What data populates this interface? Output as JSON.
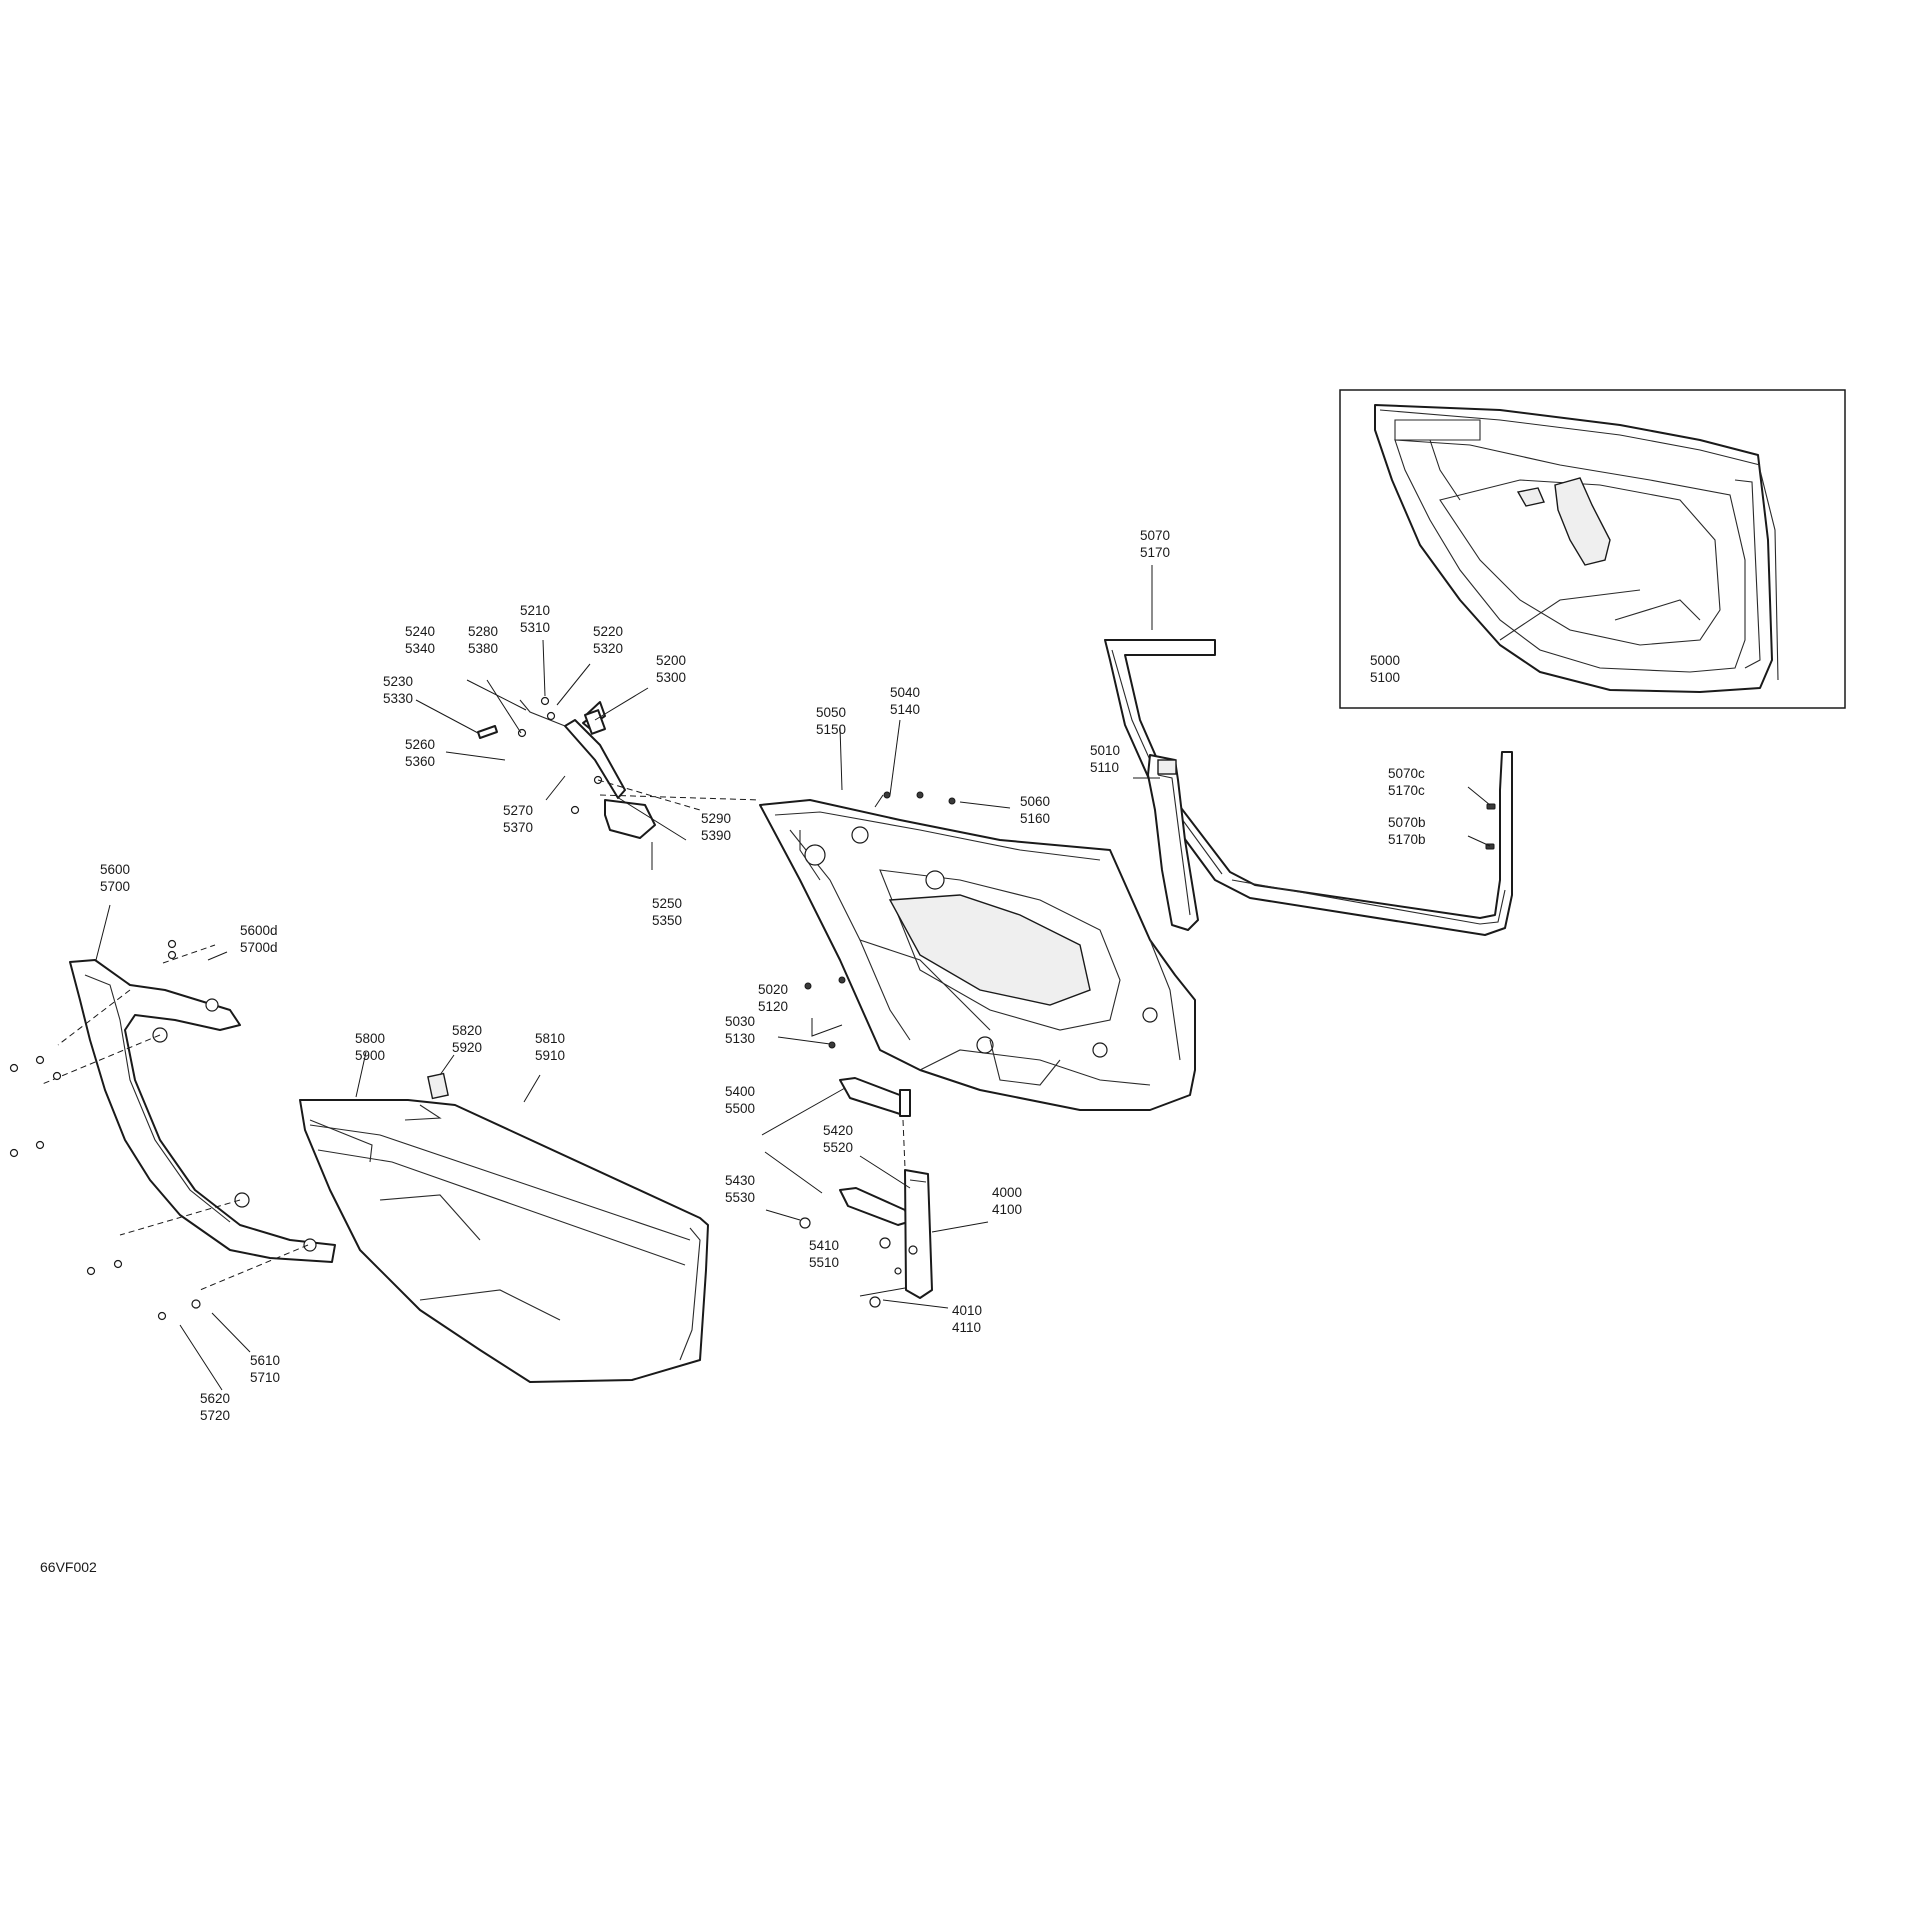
{
  "diagram": {
    "reference_code": "66VF002",
    "inset_labels": [
      "5000",
      "5100"
    ],
    "callouts": [
      {
        "id": "c5070",
        "lines": [
          "5070",
          "5170"
        ]
      },
      {
        "id": "c5010",
        "lines": [
          "5010",
          "5110"
        ]
      },
      {
        "id": "c5070c",
        "lines": [
          "5070c",
          "5170c"
        ]
      },
      {
        "id": "c5070b",
        "lines": [
          "5070b",
          "5170b"
        ]
      },
      {
        "id": "c5040",
        "lines": [
          "5040",
          "5140"
        ]
      },
      {
        "id": "c5050",
        "lines": [
          "5050",
          "5150"
        ]
      },
      {
        "id": "c5060",
        "lines": [
          "5060",
          "5160"
        ]
      },
      {
        "id": "c5020",
        "lines": [
          "5020",
          "5120"
        ]
      },
      {
        "id": "c5030",
        "lines": [
          "5030",
          "5130"
        ]
      },
      {
        "id": "c5210",
        "lines": [
          "5210",
          "5310"
        ]
      },
      {
        "id": "c5240",
        "lines": [
          "5240",
          "5340"
        ]
      },
      {
        "id": "c5280",
        "lines": [
          "5280",
          "5380"
        ]
      },
      {
        "id": "c5220",
        "lines": [
          "5220",
          "5320"
        ]
      },
      {
        "id": "c5200",
        "lines": [
          "5200",
          "5300"
        ]
      },
      {
        "id": "c5230",
        "lines": [
          "5230",
          "5330"
        ]
      },
      {
        "id": "c5260",
        "lines": [
          "5260",
          "5360"
        ]
      },
      {
        "id": "c5270",
        "lines": [
          "5270",
          "5370"
        ]
      },
      {
        "id": "c5290",
        "lines": [
          "5290",
          "5390"
        ]
      },
      {
        "id": "c5250",
        "lines": [
          "5250",
          "5350"
        ]
      },
      {
        "id": "c5600",
        "lines": [
          "5600",
          "5700"
        ]
      },
      {
        "id": "c5600d",
        "lines": [
          "5600d",
          "5700d"
        ]
      },
      {
        "id": "c5800",
        "lines": [
          "5800",
          "5900"
        ]
      },
      {
        "id": "c5820",
        "lines": [
          "5820",
          "5920"
        ]
      },
      {
        "id": "c5810",
        "lines": [
          "5810",
          "5910"
        ]
      },
      {
        "id": "c5610",
        "lines": [
          "5610",
          "5710"
        ]
      },
      {
        "id": "c5620",
        "lines": [
          "5620",
          "5720"
        ]
      },
      {
        "id": "c5400",
        "lines": [
          "5400",
          "5500"
        ]
      },
      {
        "id": "c5420",
        "lines": [
          "5420",
          "5520"
        ]
      },
      {
        "id": "c5430",
        "lines": [
          "5430",
          "5530"
        ]
      },
      {
        "id": "c5410",
        "lines": [
          "5410",
          "5510"
        ]
      },
      {
        "id": "c4000",
        "lines": [
          "4000",
          "4100"
        ]
      },
      {
        "id": "c4010",
        "lines": [
          "4010",
          "4110"
        ]
      }
    ]
  }
}
